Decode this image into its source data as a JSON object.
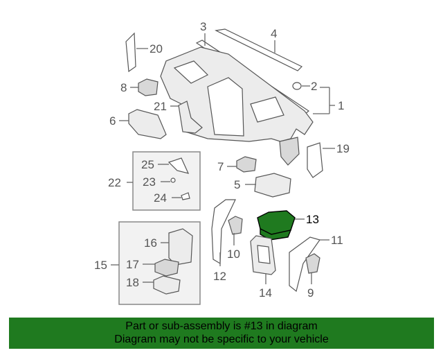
{
  "callouts": {
    "c1": "1",
    "c2": "2",
    "c3": "3",
    "c4": "4",
    "c5": "5",
    "c6": "6",
    "c7": "7",
    "c8": "8",
    "c9": "9",
    "c10": "10",
    "c11": "11",
    "c12": "12",
    "c13": "13",
    "c14": "14",
    "c15": "15",
    "c16": "16",
    "c17": "17",
    "c18": "18",
    "c19": "19",
    "c20": "20",
    "c21": "21",
    "c22": "22",
    "c23": "23",
    "c24": "24",
    "c25": "25"
  },
  "highlight": {
    "part": "13",
    "color": "#1f7a1f"
  },
  "banner": {
    "line1": "Part or sub-assembly is #13 in diagram",
    "line2": "Diagram may not be specific to your vehicle",
    "color": "#1f7a1f"
  }
}
